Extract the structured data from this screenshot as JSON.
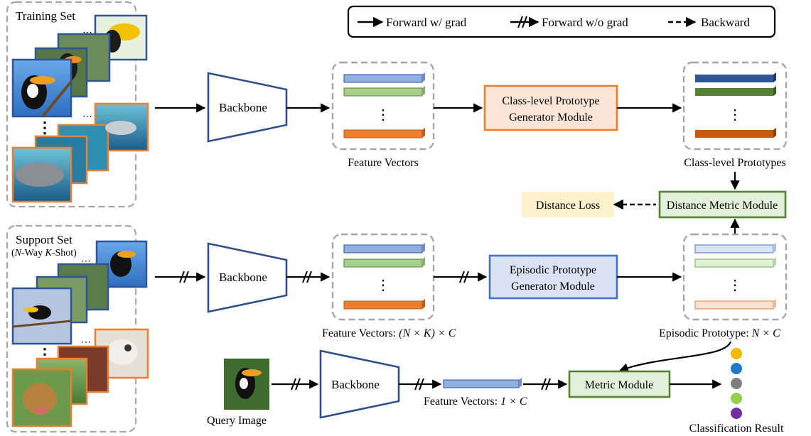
{
  "legend": {
    "forward_grad": "Forward w/ grad",
    "forward_nograd": "Forward w/o grad",
    "backward": "Backward"
  },
  "training_set": {
    "title": "Training Set"
  },
  "support_set": {
    "title": "Support Set",
    "subtitle_prefix": "(",
    "n": "N",
    "way": "-Way ",
    "k": "K",
    "shot": "-Shot)"
  },
  "query": {
    "label": "Query Image"
  },
  "backbone_label": "Backbone",
  "ellipsis": "⋮",
  "modules": {
    "class_proto_line1": "Class-level Prototype",
    "class_proto_line2": "Generator Module",
    "episodic_proto_line1": "Episodic Prototype",
    "episodic_proto_line2": "Generator Module",
    "distance_metric": "Distance Metric Module",
    "distance_loss": "Distance Loss",
    "metric_module": "Metric Module"
  },
  "labels": {
    "feature_vectors": "Feature Vectors",
    "class_level_prototypes": "Class-level Prototypes",
    "feature_vectors_nk_text": "Feature Vectors: ",
    "feature_vectors_nk_math": "(N × K) × C",
    "episodic_prototype_text": "Episodic Prototype: ",
    "episodic_prototype_math": "N × C",
    "feature_vectors_1c_text": "Feature Vectors: ",
    "feature_vectors_1c_math": "1 × C",
    "classification_result": "Classification Result"
  },
  "colors": {
    "backbone_stroke": "#2f4f8f",
    "blue_bar": "#8fb0e0",
    "green_bar": "#a8d08d",
    "orange_bar": "#ed7d31",
    "dark_blue_bar": "#2f5597",
    "dark_green_bar": "#548235",
    "dark_orange_bar": "#c55a11",
    "light_blue_bar": "#dbe5f7",
    "light_green_bar": "#e2f0d9",
    "light_orange_bar": "#fbe2d5",
    "class_module_fill": "#fbe5d6",
    "class_module_stroke": "#ed7d31",
    "episodic_module_fill": "#dae3f3",
    "episodic_module_stroke": "#4472c4",
    "metric_fill": "#e2efda",
    "metric_stroke": "#548235",
    "loss_fill": "#fff2cc",
    "dashed_group": "#a6a6a6",
    "training_image_border_blue": "#2f5597",
    "training_image_border_orange": "#ed7d31"
  },
  "result_dots": [
    "#f5b800",
    "#1f78c8",
    "#7f7f7f",
    "#92d050",
    "#7030a0"
  ]
}
